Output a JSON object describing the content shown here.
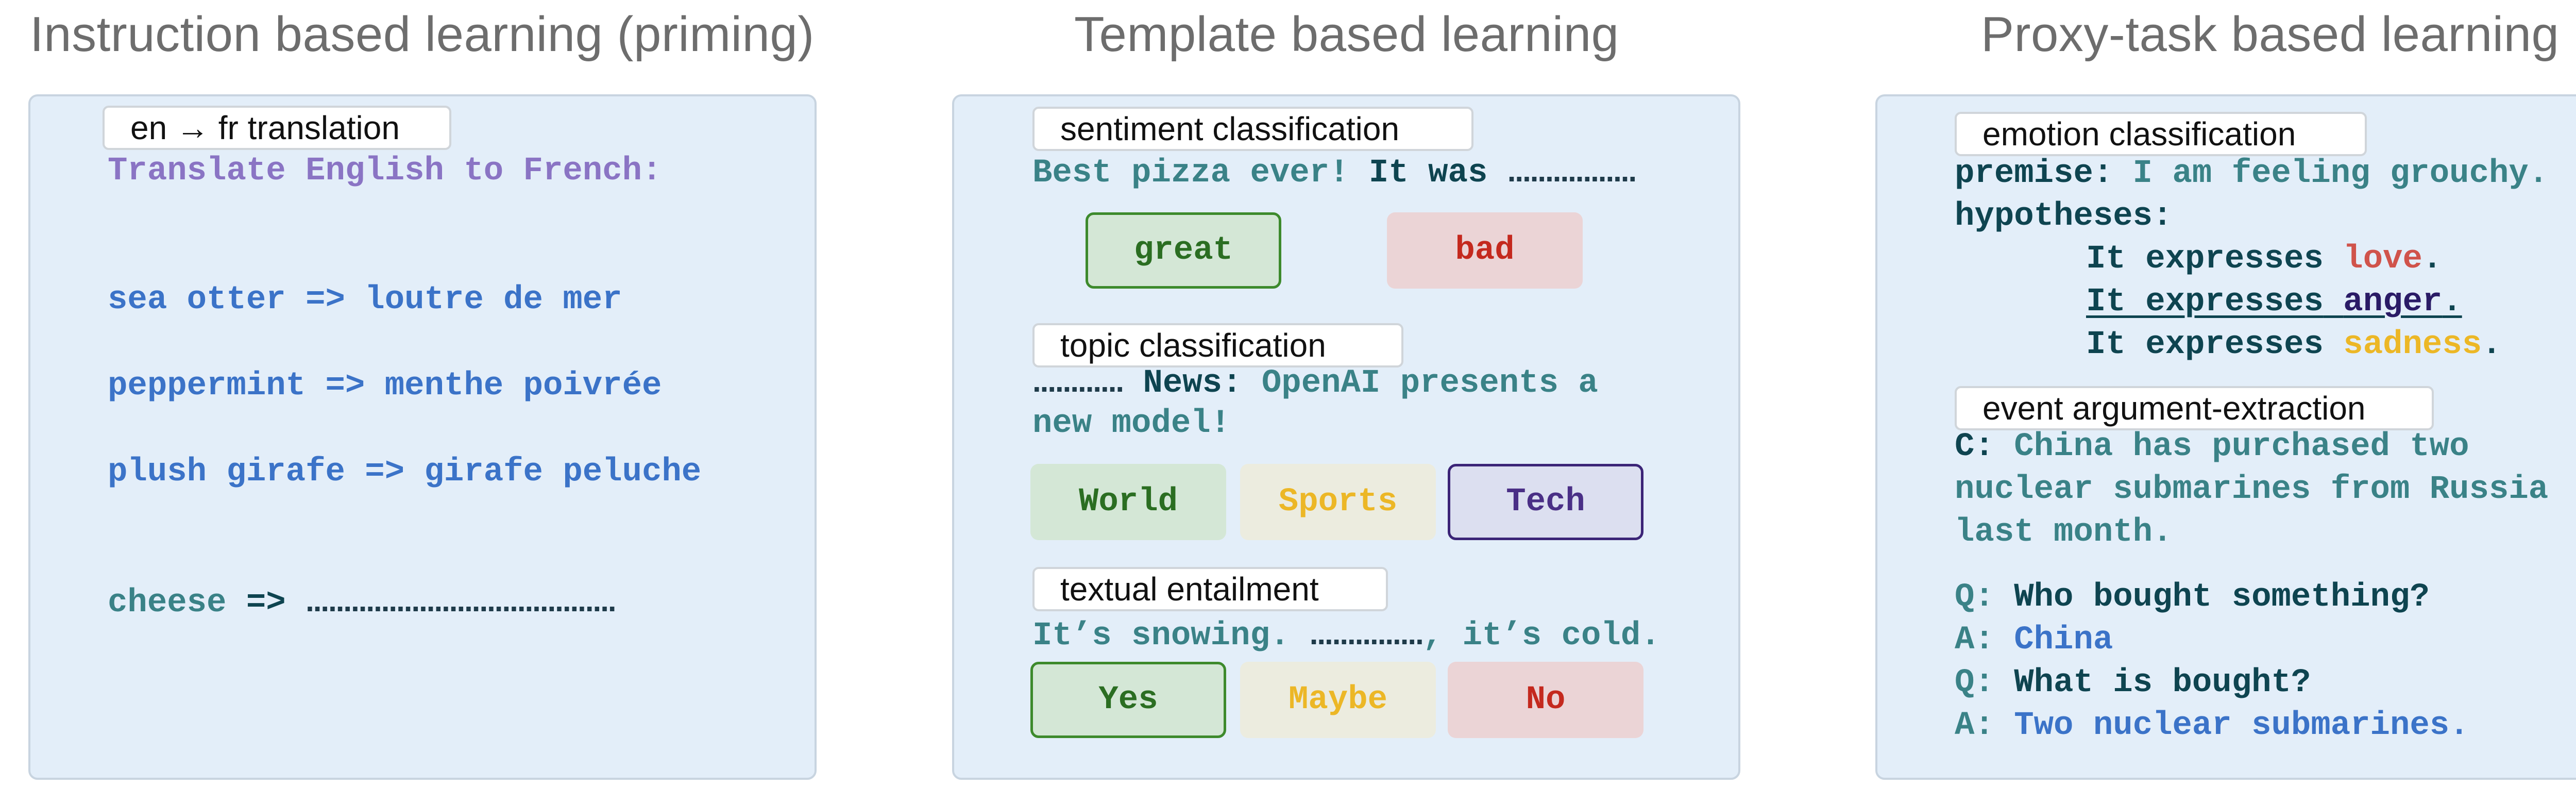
{
  "columns": {
    "instruction": {
      "title": "Instruction based learning (priming)",
      "tag": "en → fr translation",
      "prompt": "Translate English to French:",
      "examples": [
        "sea otter => loutre de mer",
        "peppermint => menthe poivrée",
        "plush girafe => girafe peluche"
      ],
      "query_word": "cheese",
      "query_arrow": "=>",
      "query_blank": "........................................."
    },
    "template": {
      "title": "Template based learning",
      "sentiment": {
        "tag": "sentiment classification",
        "text": "Best pizza ever!",
        "cue": "It was",
        "blank": ".................",
        "options": [
          "great",
          "bad"
        ]
      },
      "topic": {
        "tag": "topic classification",
        "blank": "............",
        "label": "News:",
        "text1": "OpenAI presents a",
        "text2": "new model!",
        "options": [
          "World",
          "Sports",
          "Tech"
        ]
      },
      "entailment": {
        "tag": "textual entailment",
        "text_a": "It’s snowing.",
        "blank": "...............",
        "text_b": ", it’s cold.",
        "options": [
          "Yes",
          "Maybe",
          "No"
        ]
      }
    },
    "proxy": {
      "title": "Proxy-task based learning",
      "emotion": {
        "tag": "emotion classification",
        "premise_label": "premise:",
        "premise_text": "I am feeling grouchy.",
        "hyp_label": "hypotheses:",
        "hyp_prefix": "It expresses",
        "hyps": [
          "love",
          "anger",
          "sadness"
        ],
        "period": "."
      },
      "event": {
        "tag": "event argument-extraction",
        "context_label": "C:",
        "context_lines": [
          "China has purchased two",
          "nuclear submarines from Russia",
          "last month."
        ],
        "q_label": "Q:",
        "a_label": "A:",
        "q1": "Who bought something?",
        "a1": "China",
        "q2": "What is bought?",
        "a2": "Two nuclear submarines."
      }
    }
  },
  "colors": {
    "panel_bg": "#e3eef9",
    "purple": "#8a74c4",
    "blue": "#3b73c8",
    "teal": "#3a8287",
    "dark_teal": "#0e4450",
    "red": "#d0534b",
    "yellow": "#ecb726",
    "green": "#2b6e22"
  }
}
